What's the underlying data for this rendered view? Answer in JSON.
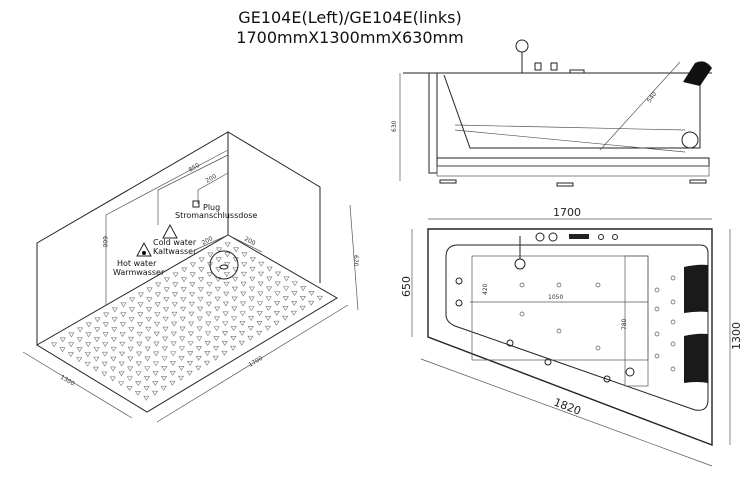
{
  "title": {
    "model": "GE104E(Left)/GE104E(links)",
    "size": "1700mmX1300mmX630mm"
  },
  "iso_view": {
    "dim_850": "850",
    "dim_200_plug": "200",
    "dim_600": "600",
    "dim_200_a": "200",
    "dim_200_b": "200",
    "dim_620": "620",
    "dim_1300": "1300",
    "dim_1700": "1700",
    "plug_label": "Plug",
    "plug_label_de": "Stromanschlussdose",
    "cold_label": "Cold water",
    "cold_label_de": "Kaltwasser",
    "hot_label": "Hot water",
    "hot_label_de": "Warmwasser"
  },
  "side_view": {
    "dim_height": "630",
    "dim_backrest": "540"
  },
  "top_view": {
    "dim_width": "1700",
    "dim_depth": "1300",
    "dim_short_side": "650",
    "dim_diagonal": "1820",
    "dim_inner_length": "1050",
    "dim_inner_a": "420",
    "dim_inner_b": "780"
  }
}
